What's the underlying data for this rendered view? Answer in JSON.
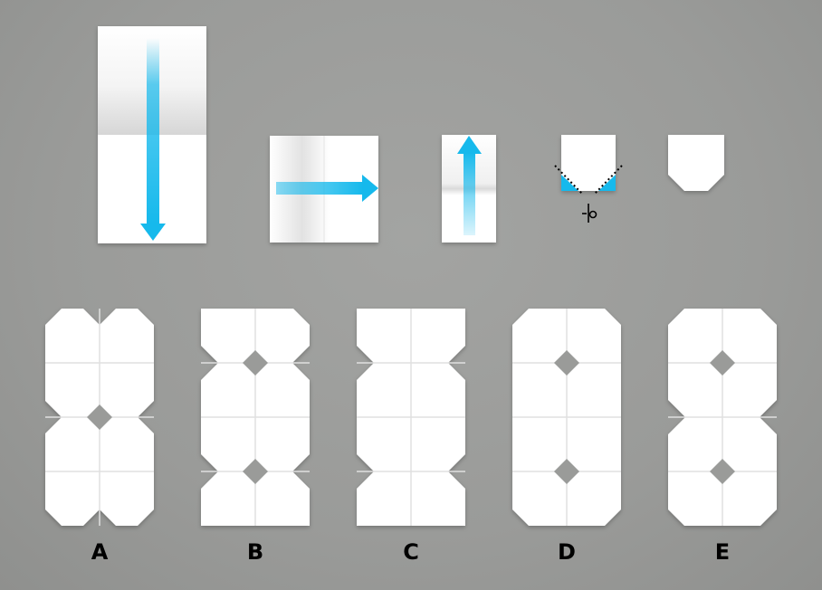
{
  "options": [
    {
      "letter": "A"
    },
    {
      "letter": "B"
    },
    {
      "letter": "C"
    },
    {
      "letter": "D"
    },
    {
      "letter": "E"
    }
  ],
  "colors": {
    "background": "#9a9b99",
    "paper": "#ffffff",
    "arrow": "#16b9ec",
    "fold_line": "#e0e0e0",
    "cut_line": "#000000"
  },
  "icons": [
    "arrow-down-icon",
    "arrow-right-icon",
    "arrow-up-icon",
    "scissors-icon"
  ]
}
